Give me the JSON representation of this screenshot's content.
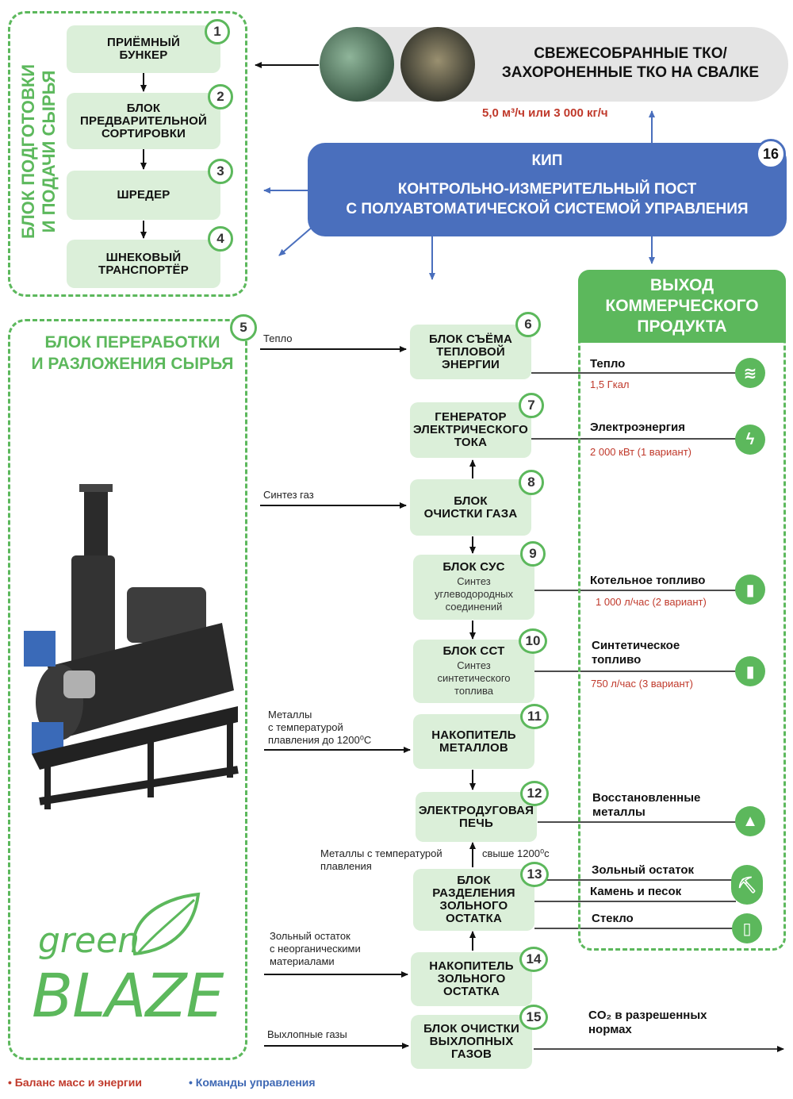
{
  "source": {
    "title_line1": "СВЕЖЕСОБРАННЫЕ ТКО/",
    "title_line2": "ЗАХОРОНЕННЫЕ ТКО НА СВАЛКЕ",
    "rate": "5,0 м³/ч  или 3 000 кг/ч"
  },
  "prep_block": {
    "title": "БЛОК ПОДГОТОВКИ\nИ ПОДАЧИ СЫРЬЯ",
    "steps": [
      {
        "num": "1",
        "label": "ПРИЁМНЫЙ\nБУНКЕР"
      },
      {
        "num": "2",
        "label": "БЛОК\nПРЕДВАРИТЕЛЬНОЙ\nСОРТИРОВКИ"
      },
      {
        "num": "3",
        "label": "ШРЕДЕР"
      },
      {
        "num": "4",
        "label": "ШНЕКОВЫЙ\nТРАНСПОРТЁР"
      }
    ]
  },
  "kip": {
    "num": "16",
    "title": "КИП",
    "line1": "КОНТРОЛЬНО-ИЗМЕРИТЕЛЬНЫЙ ПОСТ",
    "line2": "С ПОЛУАВТОМАТИЧЕСКОЙ СИСТЕМОЙ УПРАВЛЕНИЯ"
  },
  "process_block": {
    "num": "5",
    "title": "БЛОК ПЕРЕРАБОТКИ\nИ РАЗЛОЖЕНИЯ СЫРЬЯ",
    "logo_top": "green",
    "logo_bottom": "BLAZE"
  },
  "output": {
    "title": "ВЫХОД\nКОММЕРЧЕСКОГО\nПРОДУКТА"
  },
  "units": [
    {
      "num": "6",
      "label": "БЛОК СЪЁМА\nТЕПЛОВОЙ\nЭНЕРГИИ",
      "sub": ""
    },
    {
      "num": "7",
      "label": "ГЕНЕРАТОР\nЭЛЕКТРИЧЕСКОГО\nТОКА",
      "sub": ""
    },
    {
      "num": "8",
      "label": "БЛОК\nОЧИСТКИ ГАЗА",
      "sub": ""
    },
    {
      "num": "9",
      "label": "БЛОК СУС",
      "sub": "Синтез\nуглеводородных\nсоединений"
    },
    {
      "num": "10",
      "label": "БЛОК ССТ",
      "sub": "Синтез\nсинтетического\nтоплива"
    },
    {
      "num": "11",
      "label": "НАКОПИТЕЛЬ\nМЕТАЛЛОВ",
      "sub": ""
    },
    {
      "num": "12",
      "label": "ЭЛЕКТРОДУГОВАЯ\nПЕЧЬ",
      "sub": ""
    },
    {
      "num": "13",
      "label": "БЛОК\nРАЗДЕЛЕНИЯ\nЗОЛЬНОГО\nОСТАТКА",
      "sub": ""
    },
    {
      "num": "14",
      "label": "НАКОПИТЕЛЬ\nЗОЛЬНОГО\nОСТАТКА",
      "sub": ""
    },
    {
      "num": "15",
      "label": "БЛОК ОЧИСТКИ\nВЫХЛОПНЫХ\nГАЗОВ",
      "sub": ""
    }
  ],
  "flow_labels": {
    "heat": "Тепло",
    "syngas": "Синтез газ",
    "metals": "Металлы\nс температурой\nплавления до 1200⁰С",
    "metals_melt": "Металлы с температурой\nплавления",
    "above": "свыше 1200⁰с",
    "ash": "Зольный остаток\nс неорганическими\nматериалами",
    "exhaust": "Выхлопные газы"
  },
  "products": [
    {
      "name": "Тепло",
      "amount": "1,5 Гкал",
      "icon": "heat-icon"
    },
    {
      "name": "Электроэнергия",
      "amount": "2 000 кВт (1 вариант)",
      "icon": "lightning-icon"
    },
    {
      "name": "Котельное топливо",
      "amount": "1 000 л/час (2 вариант)",
      "icon": "fuel-icon"
    },
    {
      "name": "Синтетическое\nтопливо",
      "amount": "750 л/час (3 вариант)",
      "icon": "fuel-icon"
    },
    {
      "name": "Восстановленные\nметаллы",
      "amount": "",
      "icon": "ingots-icon"
    },
    {
      "name": "Зольный остаток",
      "amount": "",
      "icon": "wheelbarrow-icon"
    },
    {
      "name": "Камень и песок",
      "amount": "",
      "icon": ""
    },
    {
      "name": "Стекло",
      "amount": "",
      "icon": "glass-icon"
    }
  ],
  "co2": "CO₂ в разрешенных\nнормах",
  "legend": {
    "mass": "Баланс масс и энергии",
    "commands": "Команды управления",
    "mass_color": "#c0392b",
    "commands_color": "#3e68b4"
  },
  "colors": {
    "green": "#5cb85c",
    "light_green": "#dbefd9",
    "blue": "#4a6fbd"
  }
}
